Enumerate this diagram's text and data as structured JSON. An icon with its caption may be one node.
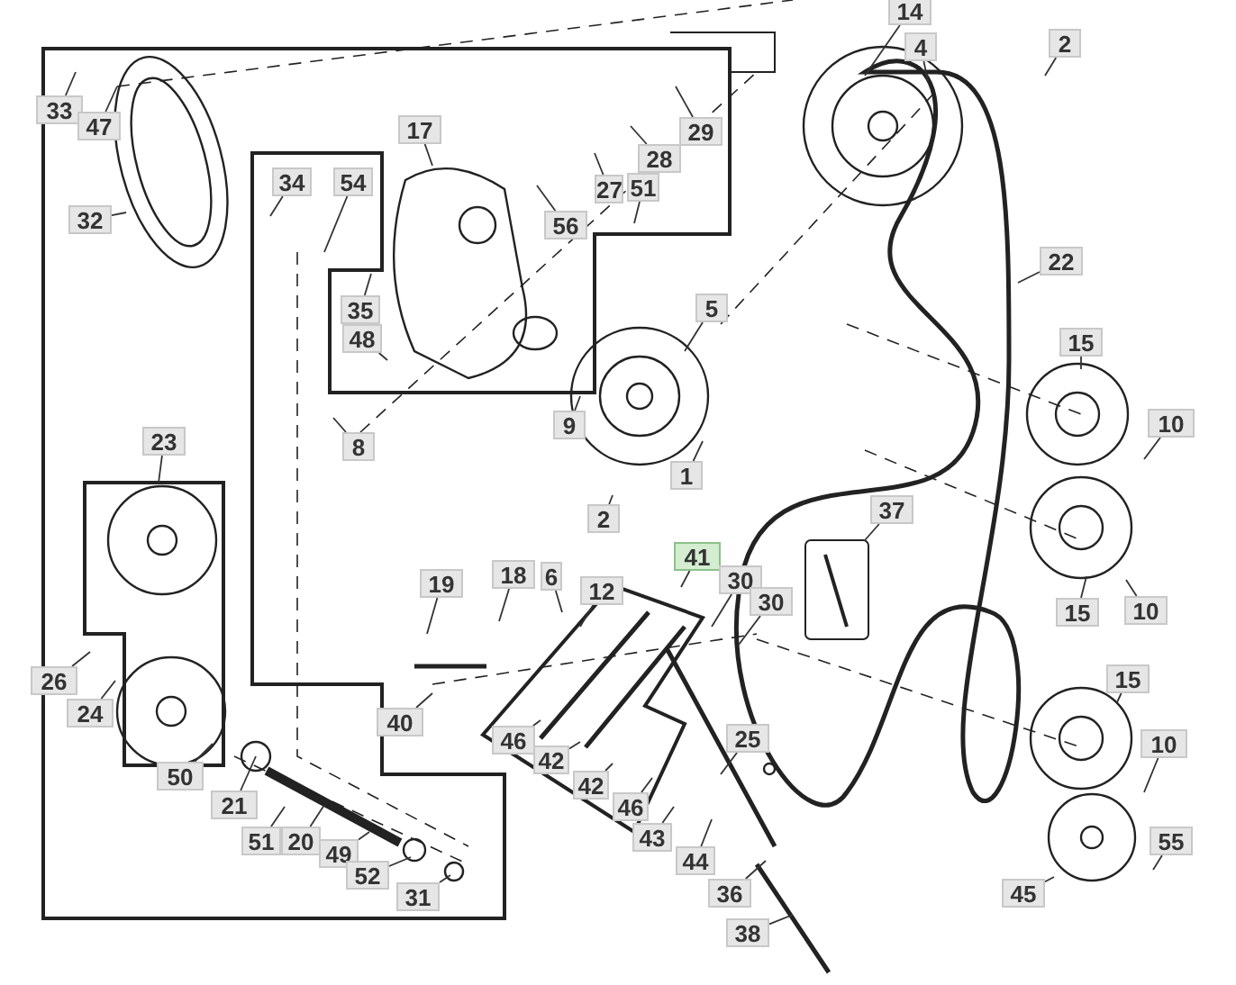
{
  "diagram": {
    "nodes": [
      {
        "text": [
          "33"
        ]
      },
      {
        "text": [
          "47"
        ]
      },
      {
        "text": [
          "32"
        ]
      },
      {
        "text": [
          "17"
        ]
      },
      {
        "text": [
          "34"
        ]
      },
      {
        "text": [
          "54"
        ]
      },
      {
        "text": [
          "35"
        ]
      },
      {
        "text": [
          "48"
        ]
      },
      {
        "text": [
          "29"
        ]
      },
      {
        "text": [
          "28"
        ]
      },
      {
        "text": [
          "27"
        ]
      },
      {
        "text": [
          "51"
        ]
      },
      {
        "text": [
          "56"
        ]
      },
      {
        "text": [
          "14"
        ]
      },
      {
        "text": [
          "4"
        ]
      },
      {
        "text": [
          "2"
        ]
      },
      {
        "text": [
          "22"
        ]
      },
      {
        "text": [
          "5"
        ]
      },
      {
        "text": [
          "9"
        ]
      },
      {
        "text": [
          "8"
        ]
      },
      {
        "text": [
          "1"
        ]
      },
      {
        "text": [
          "2"
        ]
      },
      {
        "text": [
          "23"
        ]
      },
      {
        "text": [
          "15"
        ]
      },
      {
        "text": [
          "10"
        ]
      },
      {
        "text": [
          "37"
        ]
      },
      {
        "text": [
          "41"
        ]
      },
      {
        "text": [
          "30"
        ]
      },
      {
        "text": [
          "30"
        ]
      },
      {
        "text": [
          "15"
        ]
      },
      {
        "text": [
          "10"
        ]
      },
      {
        "text": [
          "15"
        ]
      },
      {
        "text": [
          "10"
        ]
      },
      {
        "text": [
          "55"
        ]
      },
      {
        "text": [
          "45"
        ]
      },
      {
        "text": [
          "19"
        ]
      },
      {
        "text": [
          "18"
        ]
      },
      {
        "text": [
          "6"
        ]
      },
      {
        "text": [
          "12"
        ]
      },
      {
        "text": [
          "40"
        ]
      },
      {
        "text": [
          "46"
        ]
      },
      {
        "text": [
          "42"
        ]
      },
      {
        "text": [
          "42"
        ]
      },
      {
        "text": [
          "46"
        ]
      },
      {
        "text": [
          "25"
        ]
      },
      {
        "text": [
          "43"
        ]
      },
      {
        "text": [
          "44"
        ]
      },
      {
        "text": [
          "36"
        ]
      },
      {
        "text": [
          "38"
        ]
      },
      {
        "text": [
          "26"
        ]
      },
      {
        "text": [
          "24"
        ]
      },
      {
        "text": [
          "50"
        ]
      },
      {
        "text": [
          "21"
        ]
      },
      {
        "text": [
          "51"
        ]
      },
      {
        "text": [
          "20"
        ]
      },
      {
        "text": [
          "49"
        ]
      },
      {
        "text": [
          "52"
        ]
      },
      {
        "text": [
          "31"
        ]
      }
    ],
    "edges": [
      {
        "from": 0,
        "to": null,
        "arrow": "none"
      },
      {
        "from": 1,
        "to": null,
        "arrow": "none"
      },
      {
        "from": 2,
        "to": null,
        "arrow": "none"
      },
      {
        "from": 3,
        "to": null,
        "arrow": "none"
      },
      {
        "from": 4,
        "to": null,
        "arrow": "none"
      },
      {
        "from": 5,
        "to": null,
        "arrow": "none"
      },
      {
        "from": 6,
        "to": null,
        "arrow": "none"
      },
      {
        "from": 7,
        "to": null,
        "arrow": "none"
      },
      {
        "from": 8,
        "to": null,
        "arrow": "none"
      },
      {
        "from": 9,
        "to": null,
        "arrow": "none"
      },
      {
        "from": 10,
        "to": null,
        "arrow": "none"
      },
      {
        "from": 11,
        "to": null,
        "arrow": "none"
      },
      {
        "from": 12,
        "to": null,
        "arrow": "none"
      },
      {
        "from": 13,
        "to": null,
        "arrow": "none"
      },
      {
        "from": 14,
        "to": null,
        "arrow": "none"
      },
      {
        "from": 15,
        "to": null,
        "arrow": "none"
      },
      {
        "from": 16,
        "to": null,
        "arrow": "none"
      },
      {
        "from": 17,
        "to": null,
        "arrow": "none"
      },
      {
        "from": 18,
        "to": null,
        "arrow": "none"
      },
      {
        "from": 19,
        "to": null,
        "arrow": "none"
      },
      {
        "from": 20,
        "to": null,
        "arrow": "none"
      },
      {
        "from": 21,
        "to": null,
        "arrow": "none"
      },
      {
        "from": 22,
        "to": null,
        "arrow": "none"
      },
      {
        "from": 23,
        "to": null,
        "arrow": "none"
      },
      {
        "from": 24,
        "to": null,
        "arrow": "none"
      },
      {
        "from": 25,
        "to": null,
        "arrow": "none"
      },
      {
        "from": 26,
        "to": null,
        "arrow": "none"
      },
      {
        "from": 27,
        "to": null,
        "arrow": "none"
      },
      {
        "from": 28,
        "to": null,
        "arrow": "none"
      },
      {
        "from": 29,
        "to": null,
        "arrow": "none"
      },
      {
        "from": 30,
        "to": null,
        "arrow": "none"
      },
      {
        "from": 31,
        "to": null,
        "arrow": "none"
      },
      {
        "from": 32,
        "to": null,
        "arrow": "none"
      },
      {
        "from": 33,
        "to": null,
        "arrow": "none"
      },
      {
        "from": 34,
        "to": null,
        "arrow": "none"
      },
      {
        "from": 35,
        "to": null,
        "arrow": "none"
      },
      {
        "from": 36,
        "to": null,
        "arrow": "none"
      },
      {
        "from": 37,
        "to": null,
        "arrow": "none"
      },
      {
        "from": 38,
        "to": null,
        "arrow": "none"
      },
      {
        "from": 39,
        "to": null,
        "arrow": "none"
      },
      {
        "from": 40,
        "to": null,
        "arrow": "none"
      },
      {
        "from": 41,
        "to": null,
        "arrow": "none"
      },
      {
        "from": 42,
        "to": null,
        "arrow": "none"
      },
      {
        "from": 43,
        "to": null,
        "arrow": "none"
      },
      {
        "from": 44,
        "to": null,
        "arrow": "none"
      },
      {
        "from": 45,
        "to": null,
        "arrow": "none"
      },
      {
        "from": 46,
        "to": null,
        "arrow": "none"
      },
      {
        "from": 47,
        "to": null,
        "arrow": "none"
      },
      {
        "from": 48,
        "to": null,
        "arrow": "none"
      },
      {
        "from": 49,
        "to": null,
        "arrow": "none"
      },
      {
        "from": 50,
        "to": null,
        "arrow": "none"
      },
      {
        "from": 51,
        "to": null,
        "arrow": "none"
      },
      {
        "from": 52,
        "to": null,
        "arrow": "none"
      },
      {
        "from": 53,
        "to": null,
        "arrow": "none"
      },
      {
        "from": 54,
        "to": null,
        "arrow": "none"
      },
      {
        "from": 55,
        "to": null,
        "arrow": "none"
      },
      {
        "from": 56,
        "to": null,
        "arrow": "none"
      },
      {
        "from": 57,
        "to": null,
        "arrow": "none"
      }
    ]
  }
}
